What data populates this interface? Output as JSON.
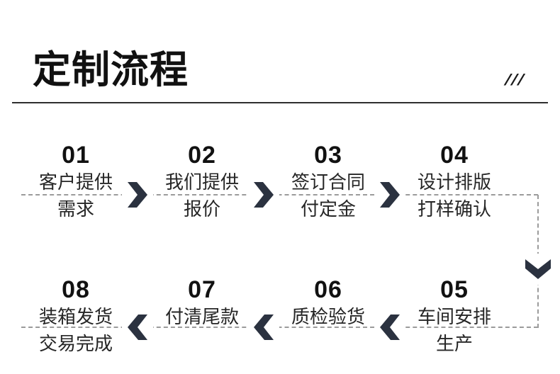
{
  "header": {
    "title": "定制流程",
    "decoration": "///"
  },
  "flow": {
    "rows": [
      {
        "direction": "right",
        "steps": [
          {
            "num": "01",
            "lines": [
              "客户提供",
              "需求"
            ]
          },
          {
            "num": "02",
            "lines": [
              "我们提供",
              "报价"
            ]
          },
          {
            "num": "03",
            "lines": [
              "签订合同",
              "付定金"
            ]
          },
          {
            "num": "04",
            "lines": [
              "设计排版",
              "打样确认"
            ]
          }
        ]
      },
      {
        "direction": "left",
        "steps": [
          {
            "num": "08",
            "lines": [
              "装箱发货",
              "交易完成"
            ]
          },
          {
            "num": "07",
            "lines": [
              "付清尾款"
            ]
          },
          {
            "num": "06",
            "lines": [
              "质检验货"
            ]
          },
          {
            "num": "05",
            "lines": [
              "车间安排",
              "生产"
            ]
          }
        ]
      }
    ],
    "colors": {
      "arrow": "#2b3240",
      "dash": "#9b9b9b",
      "text": "#262626",
      "ink": "#111111"
    }
  }
}
